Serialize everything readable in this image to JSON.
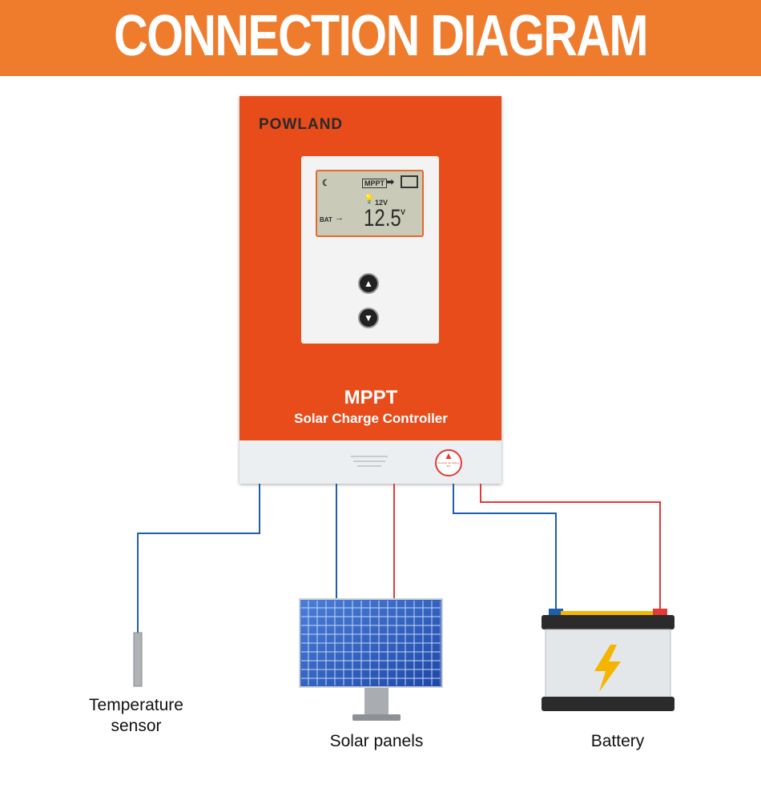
{
  "header": {
    "title": "CONNECTION DIAGRAM",
    "background": "#ef7b2d"
  },
  "device": {
    "brand": "POWLAND",
    "lcd": {
      "mode": "MPPT",
      "system_voltage": "12V",
      "source_label": "BAT",
      "reading": "12.5",
      "unit": "V"
    },
    "buttons": [
      {
        "icon": "triangle-up-icon"
      },
      {
        "icon": "triangle-down-icon"
      }
    ],
    "model": "MPPT",
    "product": "Solar Charge Controller",
    "warning": "Connect the battery first",
    "body_color": "#e84c1a"
  },
  "components": [
    {
      "label": "Temperature sensor",
      "line1": "Temperature",
      "line2": "sensor"
    },
    {
      "label": "Solar panels"
    },
    {
      "label": "Battery"
    }
  ],
  "wire_colors": {
    "positive": "#e53935",
    "negative": "#1e5fa8"
  }
}
